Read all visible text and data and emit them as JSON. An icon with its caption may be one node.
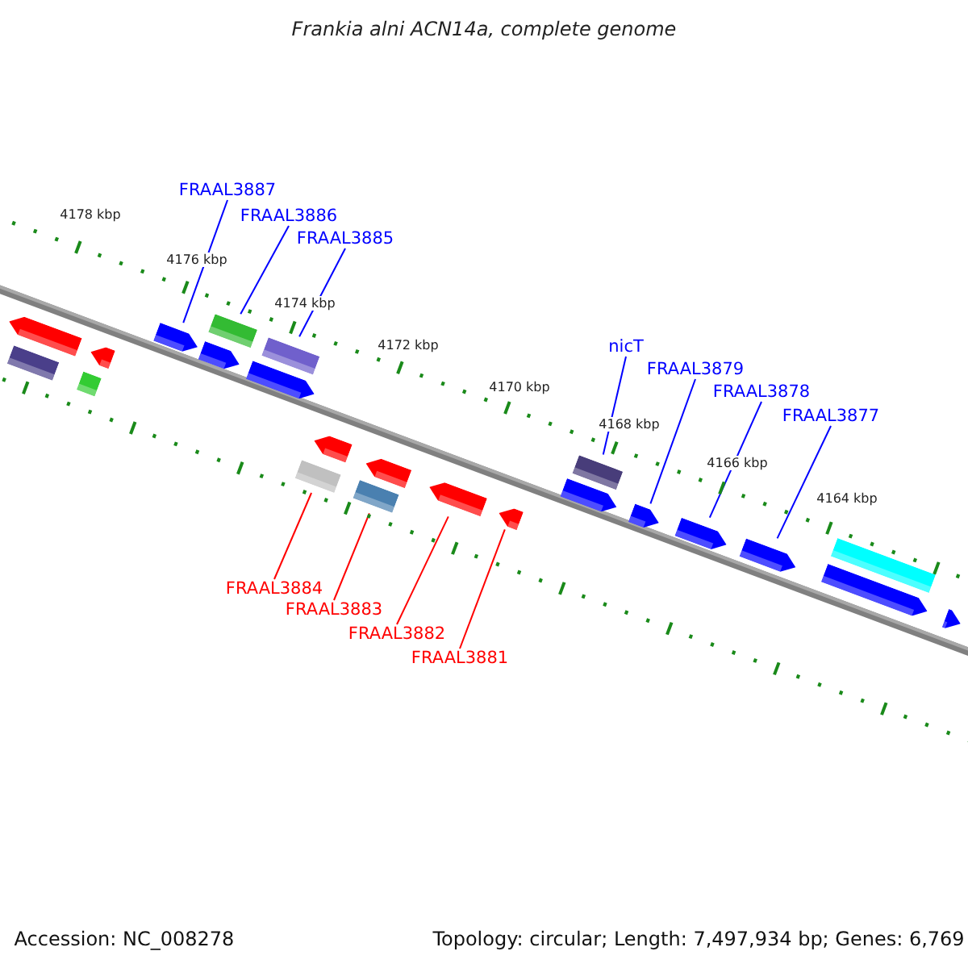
{
  "diagram": {
    "title": "Frankia alni ACN14a, complete genome",
    "nodes": [
      {
        "text": [
          "FRAAL3887"
        ]
      },
      {
        "text": [
          "FRAAL3886"
        ]
      },
      {
        "text": [
          "FRAAL3885"
        ]
      },
      {
        "text": [
          "nicT"
        ]
      },
      {
        "text": [
          "FRAAL3879"
        ]
      },
      {
        "text": [
          "FRAAL3878"
        ]
      },
      {
        "text": [
          "FRAAL3877"
        ]
      },
      {
        "text": [
          "FRAAL3884"
        ]
      },
      {
        "text": [
          "FRAAL3883"
        ]
      },
      {
        "text": [
          "FRAAL3882"
        ]
      },
      {
        "text": [
          "FRAAL3881"
        ]
      },
      {
        "text": [],
        "shape": "arrow"
      },
      {
        "text": [],
        "shape": "box"
      },
      {
        "text": [],
        "shape": "arrow"
      },
      {
        "text": [],
        "shape": "box"
      },
      {
        "text": [],
        "shape": "arrow"
      },
      {
        "text": [],
        "shape": "box"
      },
      {
        "text": [],
        "shape": "arrow"
      },
      {
        "text": [],
        "shape": "box"
      },
      {
        "text": [],
        "shape": "arrow"
      },
      {
        "text": [],
        "shape": "arrow"
      },
      {
        "text": [],
        "shape": "box"
      },
      {
        "text": [],
        "shape": "arrow"
      },
      {
        "text": [],
        "shape": "box"
      },
      {
        "text": [],
        "shape": "arrow"
      },
      {
        "text": [],
        "shape": "arrow"
      },
      {
        "text": [],
        "shape": "box"
      },
      {
        "text": [],
        "shape": "arrow"
      },
      {
        "text": [],
        "shape": "arrow"
      },
      {
        "text": [],
        "shape": "arrow"
      },
      {
        "text": [],
        "shape": "arrow"
      },
      {
        "text": [],
        "shape": "box"
      },
      {
        "text": [],
        "shape": "arrow"
      },
      {
        "text": [],
        "shape": "arrow"
      }
    ],
    "edges": [
      {
        "from": 0,
        "to": 15,
        "arrow": "none"
      },
      {
        "from": 1,
        "to": 16,
        "arrow": "none"
      },
      {
        "from": 2,
        "to": 18,
        "arrow": "none"
      },
      {
        "from": 3,
        "to": 26,
        "arrow": "none"
      },
      {
        "from": 4,
        "to": 28,
        "arrow": "none"
      },
      {
        "from": 5,
        "to": 29,
        "arrow": "none"
      },
      {
        "from": 6,
        "to": 30,
        "arrow": "none"
      },
      {
        "from": 7,
        "to": 21,
        "arrow": "none",
        "color": "#ff0000"
      },
      {
        "from": 8,
        "to": 23,
        "arrow": "none",
        "color": "#ff0000"
      },
      {
        "from": 9,
        "to": 24,
        "arrow": "none",
        "color": "#ff0000"
      },
      {
        "from": 10,
        "to": 25,
        "arrow": "none",
        "color": "#ff0000"
      }
    ],
    "labels": [
      "4178 kbp",
      "4176 kbp",
      "4174 kbp",
      "4172 kbp",
      "4170 kbp",
      "4168 kbp",
      "4166 kbp",
      "4164 kbp",
      "Accession: NC_008278",
      "Topology: circular; Length: 7,497,934 bp; Genes: 6,769"
    ]
  }
}
